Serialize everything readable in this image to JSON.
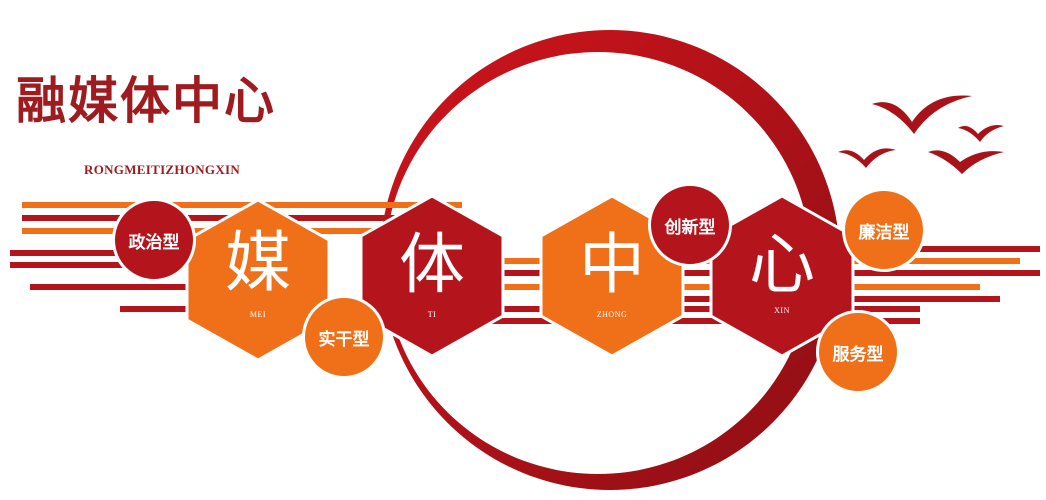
{
  "header": {
    "title": "融媒体中心",
    "subtitle": "RONGMEITIZHONGXIN"
  },
  "hexagons": [
    {
      "char": "媒",
      "pinyin": "MEI",
      "color": "#f0701a"
    },
    {
      "char": "体",
      "pinyin": "TI",
      "color": "#b4141c"
    },
    {
      "char": "中",
      "pinyin": "ZHONG",
      "color": "#f0701a"
    },
    {
      "char": "心",
      "pinyin": "XIN",
      "color": "#b4141c"
    }
  ],
  "badges": [
    {
      "label": "政治型",
      "color": "#b4141c"
    },
    {
      "label": "实干型",
      "color": "#f0701a"
    },
    {
      "label": "创新型",
      "color": "#b4141c"
    },
    {
      "label": "廉洁型",
      "color": "#f0701a"
    },
    {
      "label": "服务型",
      "color": "#f0701a"
    }
  ],
  "colors": {
    "brand_red": "#9e1b1f",
    "accent_red": "#b4141c",
    "accent_orange": "#f0701a",
    "background": "#ffffff"
  },
  "decorations": {
    "icons": [
      "ring-icon",
      "flying-birds-icon",
      "stripe-bands-icon"
    ]
  }
}
